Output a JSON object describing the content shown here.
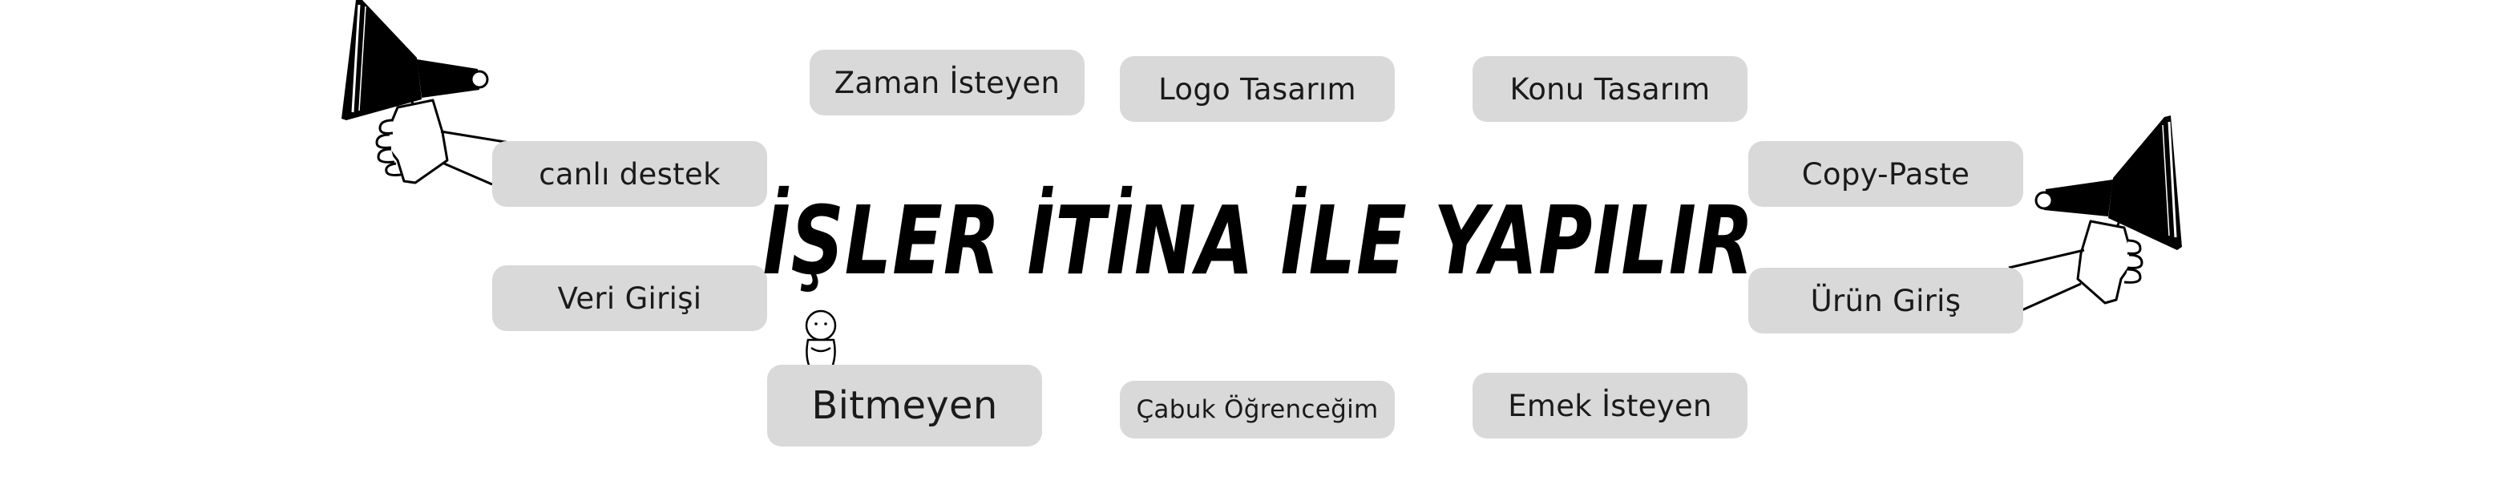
{
  "headline": "İŞLER İTİNA İLE YAPILIR",
  "tags": {
    "zaman": "Zaman İsteyen",
    "logo": "Logo Tasarım",
    "konu": "Konu Tasarım",
    "canli": "canlı destek",
    "copy": "Copy-Paste",
    "veri": "Veri Girişi",
    "urun": "Ürün Giriş",
    "bitmeyen": "Bitmeyen",
    "cabuk": "Çabuk Öğrenceğim",
    "emek": "Emek İsteyen"
  },
  "colors": {
    "pill_background": "#d9d9d9",
    "text": "#1a1a1a",
    "ink": "#000000"
  },
  "icons": [
    "megaphone-hand-icon",
    "megaphone-hand-icon",
    "sitting-figure-icon"
  ]
}
